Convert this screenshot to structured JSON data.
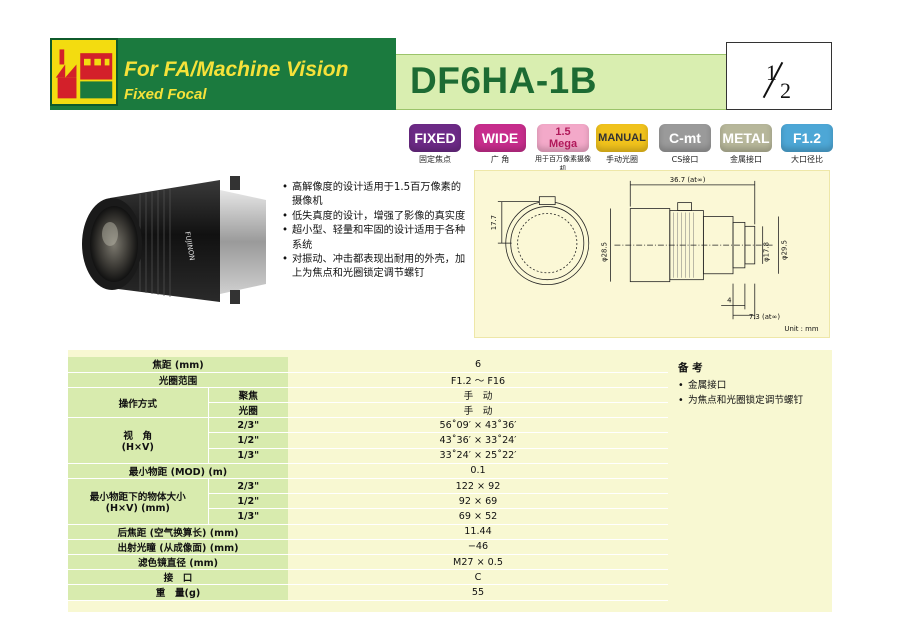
{
  "header": {
    "title_line1": "For FA/Machine Vision",
    "title_line2": "Fixed Focal",
    "model": "DF6HA-1B",
    "format_num": "1",
    "format_den": "2"
  },
  "badges": [
    {
      "label": "FIXED",
      "caption": "固定焦点",
      "color": "#6c2a86"
    },
    {
      "label": "WIDE",
      "caption": "广 角",
      "color": "#c72d8c"
    },
    {
      "label_top": "1.5",
      "label_bottom": "Mega",
      "caption": "用于百万像素摄像机",
      "color": "#f3a9c9"
    },
    {
      "label": "MANUAL",
      "caption": "手动光圈",
      "color": "#f0c21c"
    },
    {
      "label": "C-mt",
      "caption": "CS接口",
      "color": "#9a9a9a"
    },
    {
      "label": "METAL",
      "caption": "金属接口",
      "color": "#b7b79a"
    },
    {
      "label": "F1.2",
      "caption": "大口径比",
      "color": "#4da7d6"
    }
  ],
  "features": [
    "高解像度的设计适用于1.5百万像素的摄像机",
    "低失真度的设计，增强了影像的真实度",
    "超小型、轻量和牢固的设计适用于各种系统",
    "对振动、冲击都表现出耐用的外壳，加上为焦点和光圈锁定调节螺钉"
  ],
  "drawing": {
    "dim_length": "36.7 (at∞)",
    "dim_17_7": "17.7",
    "dim_28_5": "φ28.5",
    "dim_17_8": "φ17.8",
    "dim_29_5": "φ29.5",
    "dim_4": "4",
    "dim_7_3": "7.3 (at∞)",
    "unit": "Unit : mm"
  },
  "specs": {
    "focal_label": "焦距 (mm)",
    "focal_value": "6",
    "aperture_label": "光圈范围",
    "aperture_value": "F1.2 ～ F16",
    "operation_label": "操作方式",
    "focus_label": "聚焦",
    "focus_value": "手　动",
    "iris_label": "光圈",
    "iris_value": "手　动",
    "angle_label1": "视　角",
    "angle_label2": "(H×V)",
    "angle_23_label": "2/3\"",
    "angle_23_value": "56˚09′ × 43˚36′",
    "angle_12_label": "1/2\"",
    "angle_12_value": "43˚36′ × 33˚24′",
    "angle_13_label": "1/3\"",
    "angle_13_value": "33˚24′ × 25˚22′",
    "mod_label": "最小物距 (MOD) (m)",
    "mod_value": "0.1",
    "objsize_label1": "最小物距下的物体大小",
    "objsize_label2": "(H×V) (mm)",
    "obj_23_label": "2/3\"",
    "obj_23_value": "122 × 92",
    "obj_12_label": "1/2\"",
    "obj_12_value": "92 × 69",
    "obj_13_label": "1/3\"",
    "obj_13_value": "69 × 52",
    "bfl_label": "后焦距 (空气换算长) (mm)",
    "bfl_value": "11.44",
    "exit_label": "出射光瞳 (从成像面) (mm)",
    "exit_value": "−46",
    "filter_label": "滤色镜直径 (mm)",
    "filter_value": "M27 × 0.5",
    "mount_label": "接　口",
    "mount_value": "C",
    "weight_label": "重　量(g)",
    "weight_value": "55"
  },
  "notes": {
    "title": "备 考",
    "items": [
      "金属接口",
      "为焦点和光圈锁定调节螺钉"
    ]
  }
}
